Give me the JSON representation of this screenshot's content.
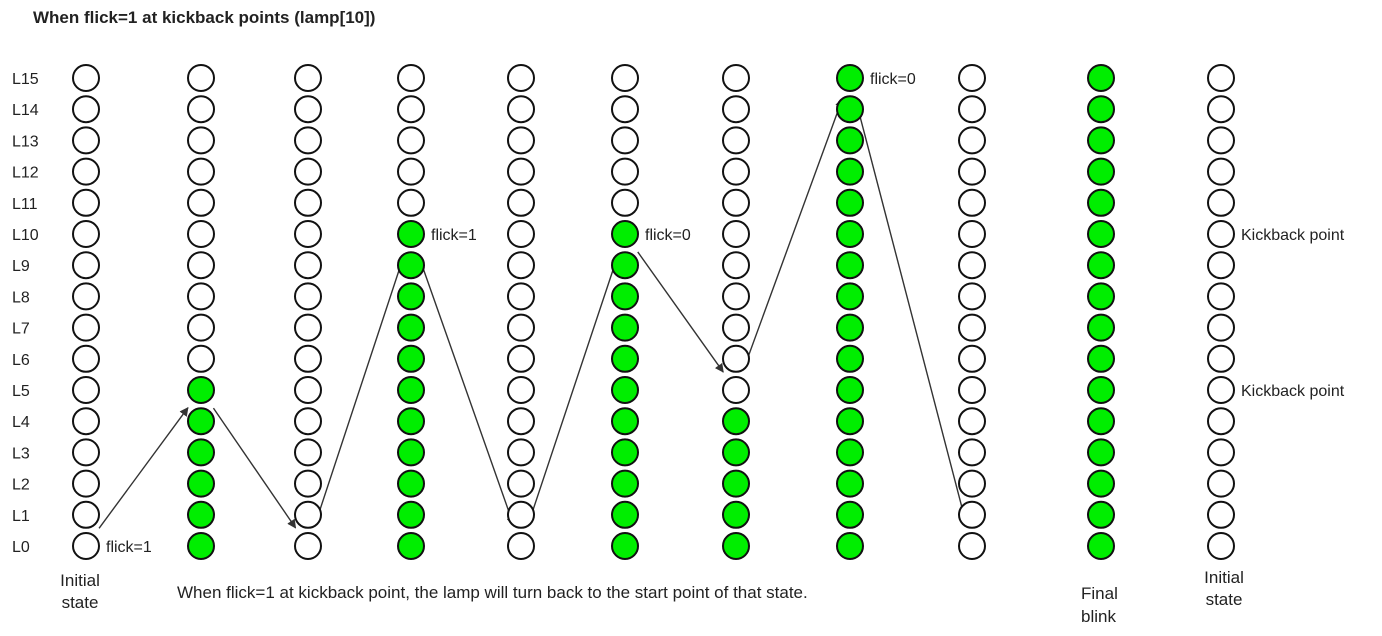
{
  "title": "When flick=1 at kickback points (lamp[10])",
  "row_labels": [
    "L15",
    "L14",
    "L13",
    "L12",
    "L11",
    "L10",
    "L9",
    "L8",
    "L7",
    "L6",
    "L5",
    "L4",
    "L3",
    "L2",
    "L1",
    "L0"
  ],
  "columns": [
    {
      "lit_count": 0
    },
    {
      "lit_count": 6
    },
    {
      "lit_count": 0
    },
    {
      "lit_count": 11
    },
    {
      "lit_count": 0
    },
    {
      "lit_count": 11
    },
    {
      "lit_count": 5
    },
    {
      "lit_count": 16
    },
    {
      "lit_count": 0
    },
    {
      "lit_count": 16
    },
    {
      "lit_count": 0
    }
  ],
  "annotations": [
    {
      "text": "flick=1",
      "column": 0,
      "lamp": 0
    },
    {
      "text": "flick=1",
      "column": 3,
      "lamp": 10
    },
    {
      "text": "flick=0",
      "column": 5,
      "lamp": 10
    },
    {
      "text": "flick=0",
      "column": 7,
      "lamp": 15
    },
    {
      "text": "Kickback point",
      "column": 10,
      "lamp": 10
    },
    {
      "text": "Kickback point",
      "column": 10,
      "lamp": 5
    }
  ],
  "captions": {
    "initial_left": [
      "Initial",
      "state"
    ],
    "final": [
      "Final",
      "blink"
    ],
    "initial_right": [
      "Initial",
      "state"
    ]
  },
  "footnote": "When flick=1 at kickback point, the lamp will turn back to the start point of that state.",
  "colors": {
    "lit": "#00ee00",
    "unlit": "#ffffff",
    "outline": "#111111",
    "arrow": "#333333"
  }
}
